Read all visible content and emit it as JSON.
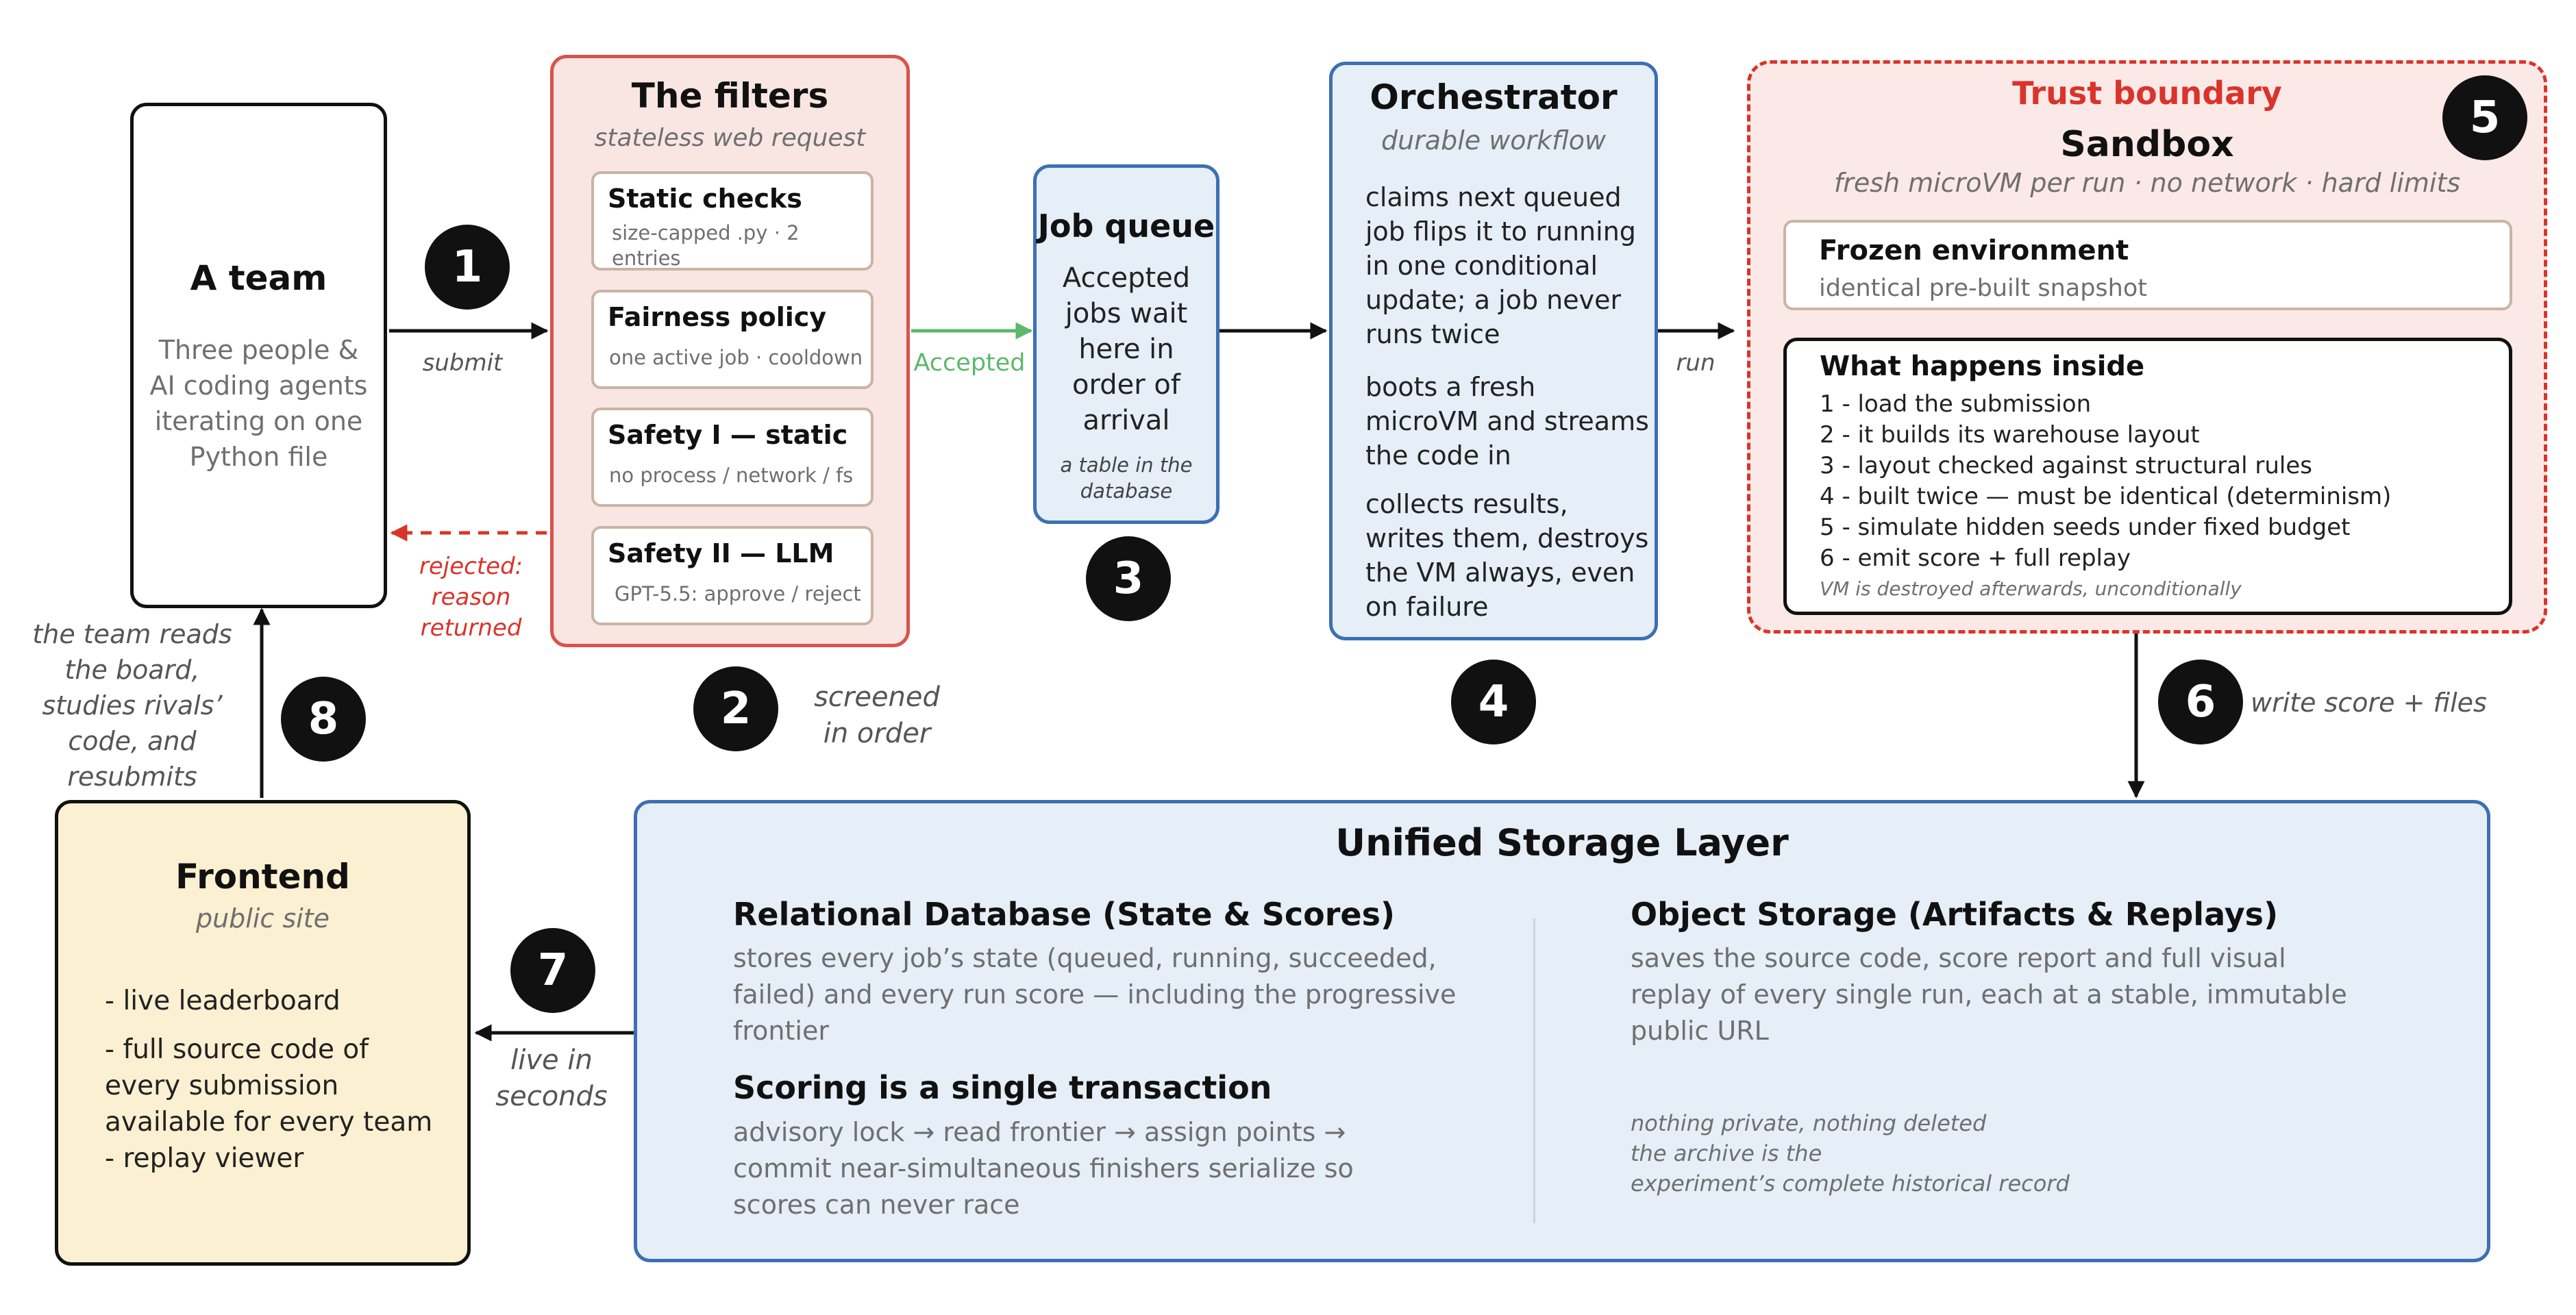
{
  "team": {
    "title": "A team",
    "lines": [
      "Three people &",
      "AI coding agents",
      "iterating on one",
      "Python file"
    ]
  },
  "filters": {
    "title": "The filters",
    "subtitle": "stateless web request",
    "cards": [
      {
        "title": "Static checks",
        "lines": [
          "size-capped .py · 2",
          "entries"
        ]
      },
      {
        "title": "Fairness policy",
        "lines": [
          "one active job · cooldown"
        ]
      },
      {
        "title": "Safety I — static",
        "lines": [
          "no process / network / fs"
        ]
      },
      {
        "title": "Safety II — LLM",
        "lines": [
          "GPT-5.5: approve / reject"
        ]
      }
    ]
  },
  "queue": {
    "title": "Job queue",
    "lines": [
      "Accepted",
      "jobs wait",
      "here in",
      "order of",
      "arrival"
    ],
    "note": [
      "a table in the",
      "database"
    ]
  },
  "orchestrator": {
    "title": "Orchestrator",
    "subtitle": "durable workflow",
    "paragraphs": [
      [
        "claims next queued",
        "job flips it to running",
        "in one conditional",
        "update; a job never",
        "runs twice"
      ],
      [
        "boots a fresh",
        "microVM and streams",
        "the code in"
      ],
      [
        "collects results,",
        "writes them, destroys",
        "the VM always, even",
        "on failure"
      ]
    ]
  },
  "sandbox": {
    "boundary": "Trust boundary",
    "title": "Sandbox",
    "subtitle": "fresh microVM per run · no network · hard limits",
    "frozen_title": "Frozen environment",
    "frozen_desc": "identical pre-built snapshot",
    "inside_title": "What happens inside",
    "steps": [
      "1 - load the submission",
      "2 - it builds its warehouse layout",
      "3 - layout checked against structural rules",
      "4 - built twice — must be identical (determinism)",
      "5 - simulate hidden seeds under fixed budget",
      "6 - emit score + full replay"
    ],
    "footer": "VM is destroyed afterwards, unconditionally"
  },
  "storage": {
    "title": "Unified Storage Layer",
    "db_title": "Relational Database (State & Scores)",
    "db_lines": [
      "stores every job’s state (queued, running, succeeded,",
      "failed) and every run score — including the progressive",
      "frontier"
    ],
    "scoring_title": "Scoring is a single transaction",
    "scoring_lines": [
      "advisory lock → read frontier → assign points →",
      "commit near-simultaneous finishers serialize so",
      "scores can never race"
    ],
    "obj_title": "Object Storage (Artifacts & Replays)",
    "obj_lines": [
      "saves the source code, score report and full visual",
      "replay of every single run, each at a stable, immutable",
      "public URL"
    ],
    "archive_lines": [
      "nothing private, nothing deleted",
      "the archive is the",
      "experiment’s complete historical record"
    ]
  },
  "frontend": {
    "title": "Frontend",
    "subtitle": "public site",
    "items": [
      [
        "- live leaderboard"
      ],
      [
        "- full source code of",
        "every submission",
        "available for every team"
      ],
      [
        "- replay viewer"
      ]
    ]
  },
  "edges": {
    "submit": "submit",
    "accepted": "Accepted",
    "rejected": [
      "rejected:",
      "reason",
      "returned"
    ],
    "run": "run",
    "screened": [
      "screened",
      "in order"
    ],
    "write": "write score + files",
    "live": [
      "live in",
      "seconds"
    ],
    "team_reads": [
      "the team reads",
      "the board,",
      "studies rivals’",
      "code, and",
      "resubmits"
    ]
  },
  "badges": [
    "1",
    "2",
    "3",
    "4",
    "5",
    "6",
    "7",
    "8"
  ],
  "colors": {
    "filters_fill": "#f9e6e3",
    "filters_border": "#d9534a",
    "queue_fill": "#e6eef8",
    "queue_border": "#3d6fb3",
    "sandbox_fill": "#fbe9e7",
    "sandbox_border": "#d9342b",
    "storage_fill": "#e6eef8",
    "frontend_fill": "#fbf0d1",
    "accepted_arrow": "#5cb86b",
    "rejected_arrow": "#d9342b"
  }
}
